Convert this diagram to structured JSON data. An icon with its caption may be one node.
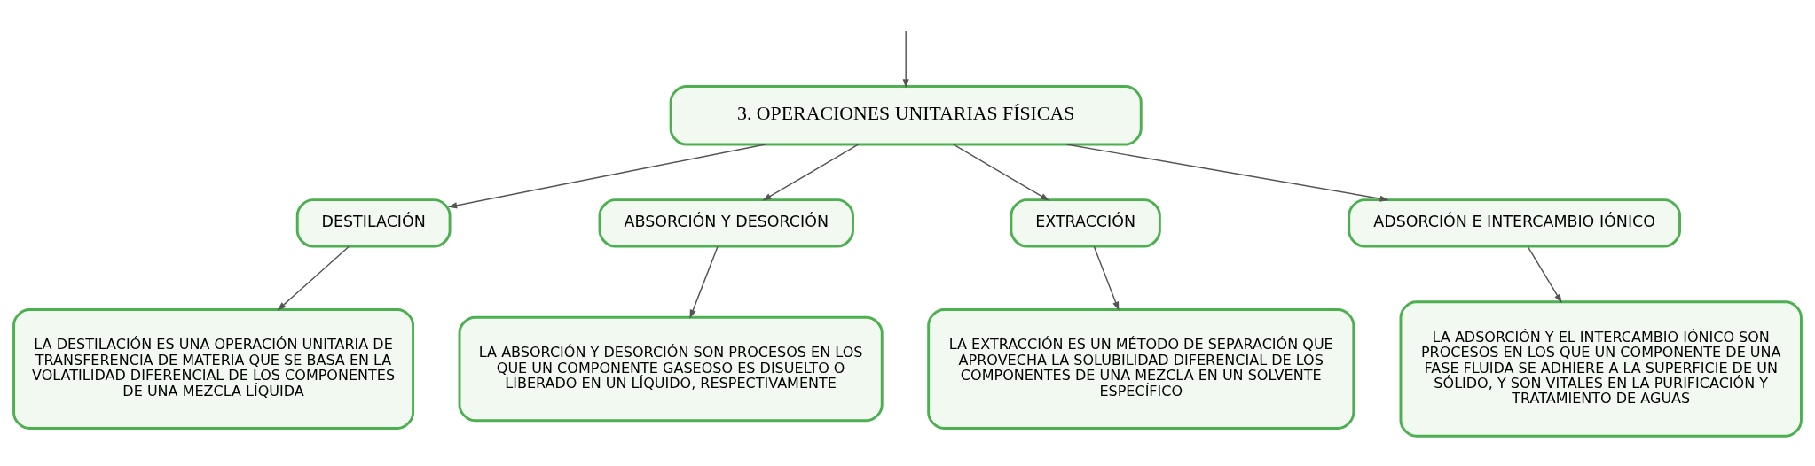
{
  "diagram": {
    "nodes": [
      {
        "text": [
          "3. OPERACIONES UNITARIAS FÍSICAS"
        ]
      },
      {
        "text": [
          "DESTILACIÓN"
        ]
      },
      {
        "text": [
          "ABSORCIÓN Y DESORCIÓN"
        ]
      },
      {
        "text": [
          "EXTRACCIÓN"
        ]
      },
      {
        "text": [
          "ADSORCIÓN E INTERCAMBIO IÓNICO"
        ]
      },
      {
        "text": [
          "LA DESTILACIÓN ES UNA OPERACIÓN UNITARIA DE TRANSFERENCIA DE MATERIA QUE SE BASA EN LA VOLATILIDAD DIFERENCIAL DE LOS COMPONENTES DE UNA MEZCLA LÍQUIDA"
        ]
      },
      {
        "text": [
          "LA ABSORCIÓN Y DESORCIÓN SON PROCESOS EN LOS QUE UN COMPONENTE GASEOSO ES DISUELTO O LIBERADO EN UN LÍQUIDO, RESPECTIVAMENTE"
        ]
      },
      {
        "text": [
          "LA EXTRACCIÓN ES UN MÉTODO DE SEPARACIÓN QUE APROVECHA LA SOLUBILIDAD DIFERENCIAL DE LOS COMPONENTES DE UNA MEZCLA EN UN SOLVENTE ESPECÍFICO"
        ]
      },
      {
        "text": [
          "LA ADSORCIÓN Y EL INTERCAMBIO IÓNICO SON PROCESOS EN LOS QUE UN COMPONENTE DE UNA FASE FLUIDA SE ADHIERE A LA SUPERFICIE DE UN SÓLIDO, Y SON VITALES EN LA PURIFICACIÓN Y TRATAMIENTO DE AGUAS"
        ]
      }
    ],
    "edges": [
      {
        "from": null,
        "to": 0,
        "arrow": "to"
      },
      {
        "from": 0,
        "to": 1,
        "arrow": "to"
      },
      {
        "from": 0,
        "to": 2,
        "arrow": "to"
      },
      {
        "from": 0,
        "to": 3,
        "arrow": "to"
      },
      {
        "from": 0,
        "to": 4,
        "arrow": "to"
      },
      {
        "from": 1,
        "to": 5,
        "arrow": "to"
      },
      {
        "from": 2,
        "to": 6,
        "arrow": "to"
      },
      {
        "from": 3,
        "to": 7,
        "arrow": "to"
      },
      {
        "from": 4,
        "to": 8,
        "arrow": "to"
      }
    ]
  }
}
